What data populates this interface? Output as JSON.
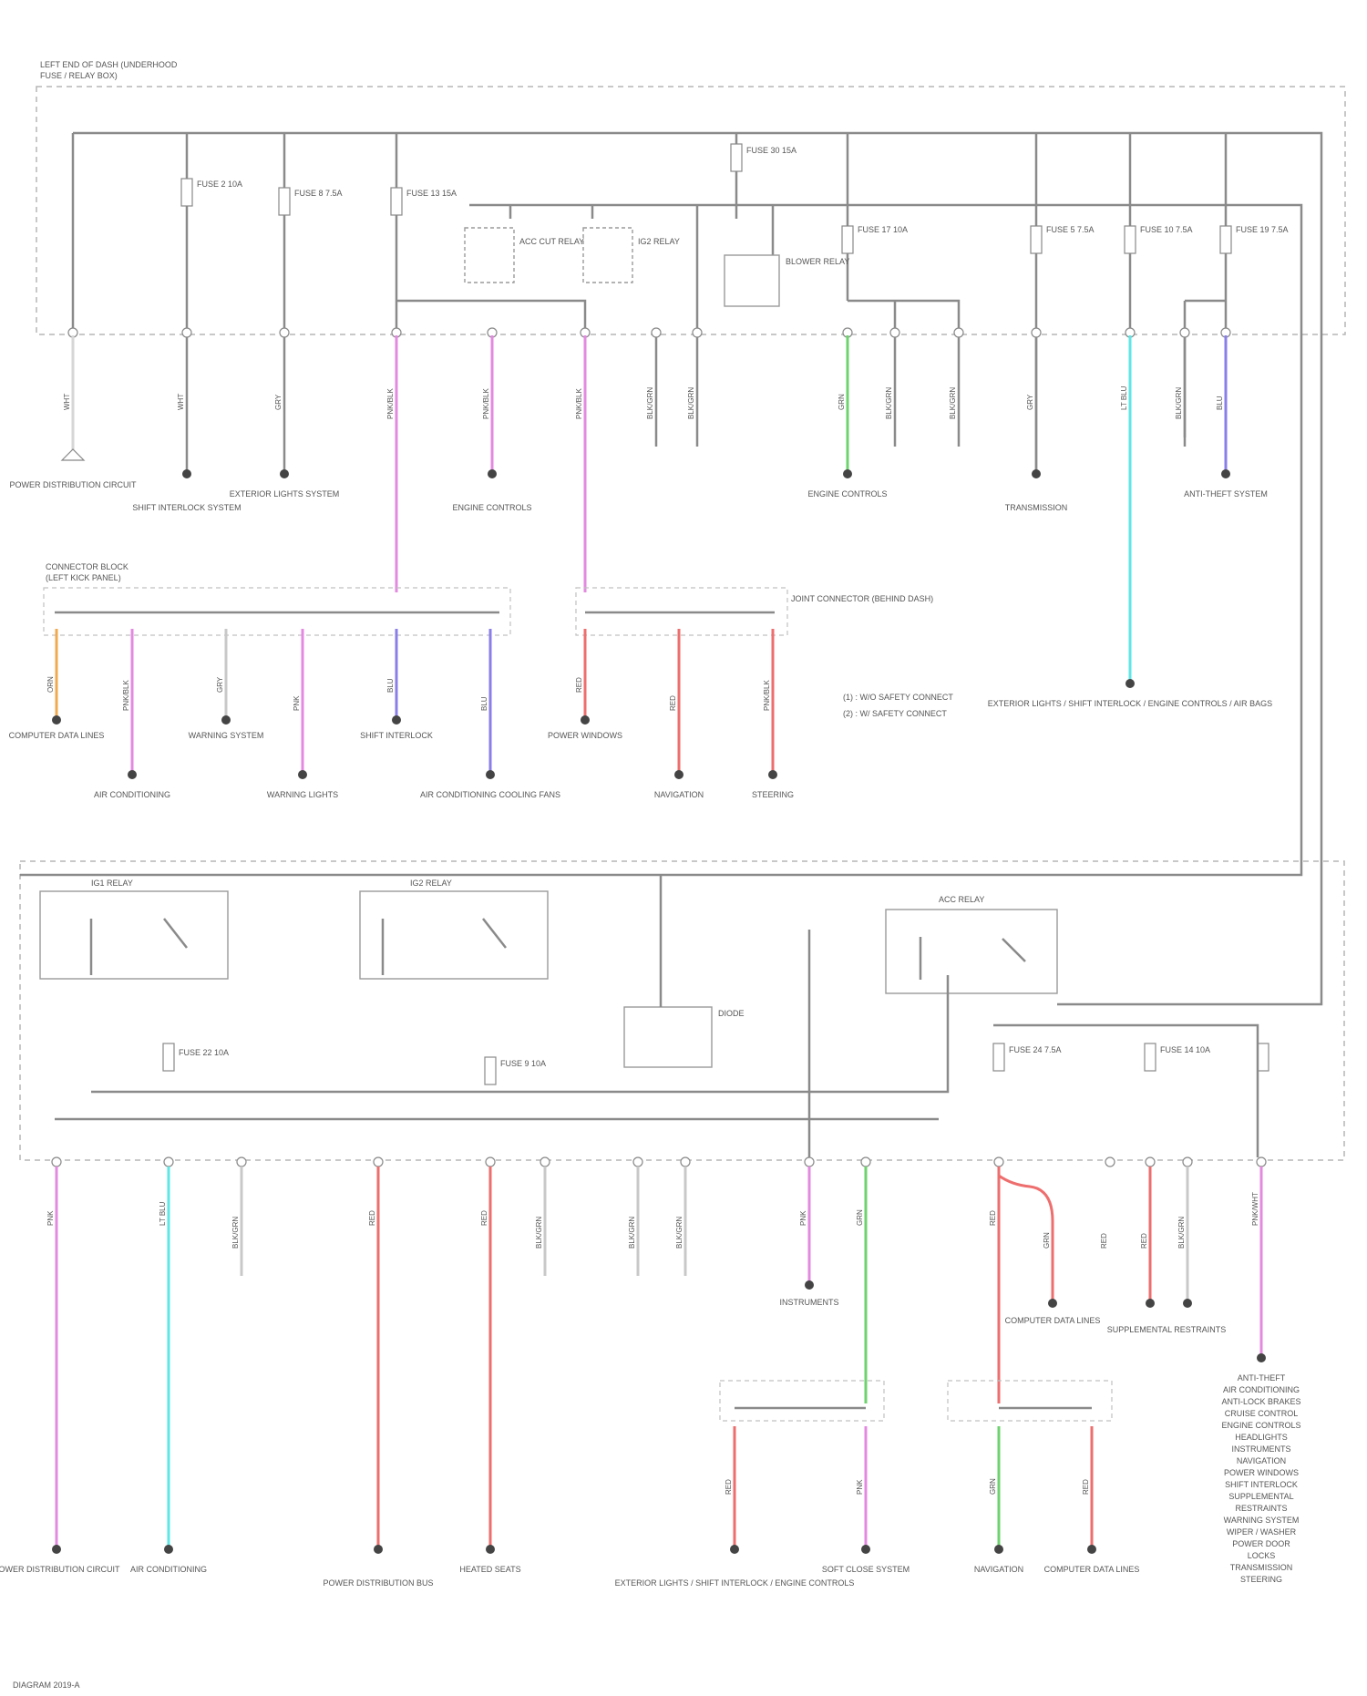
{
  "diagram": {
    "header_line1": "LEFT END OF DASH (UNDERHOOD",
    "header_line2": "FUSE / RELAY BOX)",
    "connector_box_label": "CONNECTOR BLOCK",
    "connector_box_sub": "(LEFT KICK PANEL)",
    "jb_label": "JOINT CONNECTOR (BEHIND DASH)",
    "footnote": "DIAGRAM 2019-A"
  },
  "colors": {
    "pink": "#e38ae0",
    "orange": "#f0a94e",
    "blue": "#8a7fe8",
    "green": "#6ed36e",
    "cyan": "#5fe6e6",
    "red": "#ee6e6e",
    "gray": "#8a8a8a"
  },
  "fuses": [
    {
      "id": "f1",
      "label": "FUSE 2 10A"
    },
    {
      "id": "f2",
      "label": "FUSE 8 7.5A"
    },
    {
      "id": "f3",
      "label": "FUSE 13 15A"
    },
    {
      "id": "f4",
      "label": "FUSE 30 15A"
    },
    {
      "id": "f5",
      "label": "FUSE 17 10A"
    },
    {
      "id": "f6",
      "label": "FUSE 5 7.5A"
    },
    {
      "id": "f7",
      "label": "FUSE 10 7.5A"
    },
    {
      "id": "f8",
      "label": "FUSE 19 7.5A"
    },
    {
      "id": "f9",
      "label": "FUSE 22 10A"
    },
    {
      "id": "f10",
      "label": "FUSE 9 10A"
    },
    {
      "id": "f11",
      "label": "FUSE 24 7.5A"
    },
    {
      "id": "f12",
      "label": "FUSE 14 10A"
    }
  ],
  "relays": [
    {
      "id": "r1",
      "label": "ACC CUT RELAY"
    },
    {
      "id": "r2",
      "label": "IG2 RELAY"
    },
    {
      "id": "r3",
      "label": "BLOWER RELAY"
    },
    {
      "id": "r4",
      "label": "IG1 RELAY"
    },
    {
      "id": "r5",
      "label": "IG2 RELAY"
    },
    {
      "id": "r6",
      "label": "ACC RELAY"
    },
    {
      "id": "r7",
      "label": "DIODE"
    }
  ],
  "top_destinations": [
    "POWER DISTRIBUTION CIRCUIT",
    "SHIFT INTERLOCK SYSTEM",
    "EXTERIOR LIGHTS SYSTEM",
    "ENGINE CONTROLS",
    "ENGINE CONTROLS",
    "TRANSMISSION",
    "ANTI-THEFT SYSTEM"
  ],
  "middle_destinations": [
    "COMPUTER DATA LINES",
    "AIR CONDITIONING",
    "WARNING SYSTEM",
    "WARNING LIGHTS",
    "SHIFT INTERLOCK",
    "AIR CONDITIONING COOLING FANS",
    "POWER WINDOWS",
    "NAVIGATION",
    "STEERING"
  ],
  "right_destination": "EXTERIOR LIGHTS / SHIFT INTERLOCK / ENGINE CONTROLS / AIR BAGS",
  "bottom_destinations": [
    "POWER DISTRIBUTION CIRCUIT",
    "AIR CONDITIONING",
    "POWER DISTRIBUTION BUS",
    "HEATED SEATS",
    "EXTERIOR LIGHTS / SHIFT INTERLOCK / ENGINE CONTROLS",
    "SOFT CLOSE SYSTEM",
    "NAVIGATION",
    "COMPUTER DATA LINES",
    "SUPPLEMENTAL RESTRAINTS",
    "COMPUTER DATA LINES",
    "INSTRUMENTS"
  ],
  "bottom_right_list": [
    "ANTI-THEFT",
    "AIR CONDITIONING",
    "ANTI-LOCK BRAKES",
    "CRUISE CONTROL",
    "ENGINE CONTROLS",
    "HEADLIGHTS",
    "INSTRUMENTS",
    "NAVIGATION",
    "POWER WINDOWS",
    "SHIFT INTERLOCK",
    "SUPPLEMENTAL",
    "RESTRAINTS",
    "WARNING SYSTEM",
    "WIPER / WASHER",
    "POWER DOOR",
    "LOCKS",
    "TRANSMISSION",
    "STEERING"
  ],
  "legend": [
    "(1) : W/O SAFETY CONNECT",
    "(2) : W/ SAFETY CONNECT"
  ],
  "wire_codes": [
    "WHT",
    "WHT",
    "GRY",
    "PNK/BLK",
    "PNK/BLK",
    "PNK/BLK",
    "BLK/GRN",
    "BLK/GRN",
    "GRN",
    "BLK/GRN",
    "BLK/GRN",
    "GRY",
    "LT BLU",
    "BLK/GRN",
    "BLU",
    "ORN",
    "PNK/BLK",
    "GRY",
    "PNK",
    "BLU",
    "BLU",
    "RED",
    "RED",
    "PNK/BLK",
    "PNK",
    "LT BLU",
    "BLK/GRN",
    "RED",
    "RED",
    "BLK/GRN",
    "BLK/GRN",
    "BLK/GRN",
    "PNK",
    "GRN",
    "RED",
    "GRN",
    "RED",
    "RED",
    "BLK/GRN",
    "PNK/WHT",
    "RED",
    "PNK",
    "GRN",
    "RED"
  ]
}
